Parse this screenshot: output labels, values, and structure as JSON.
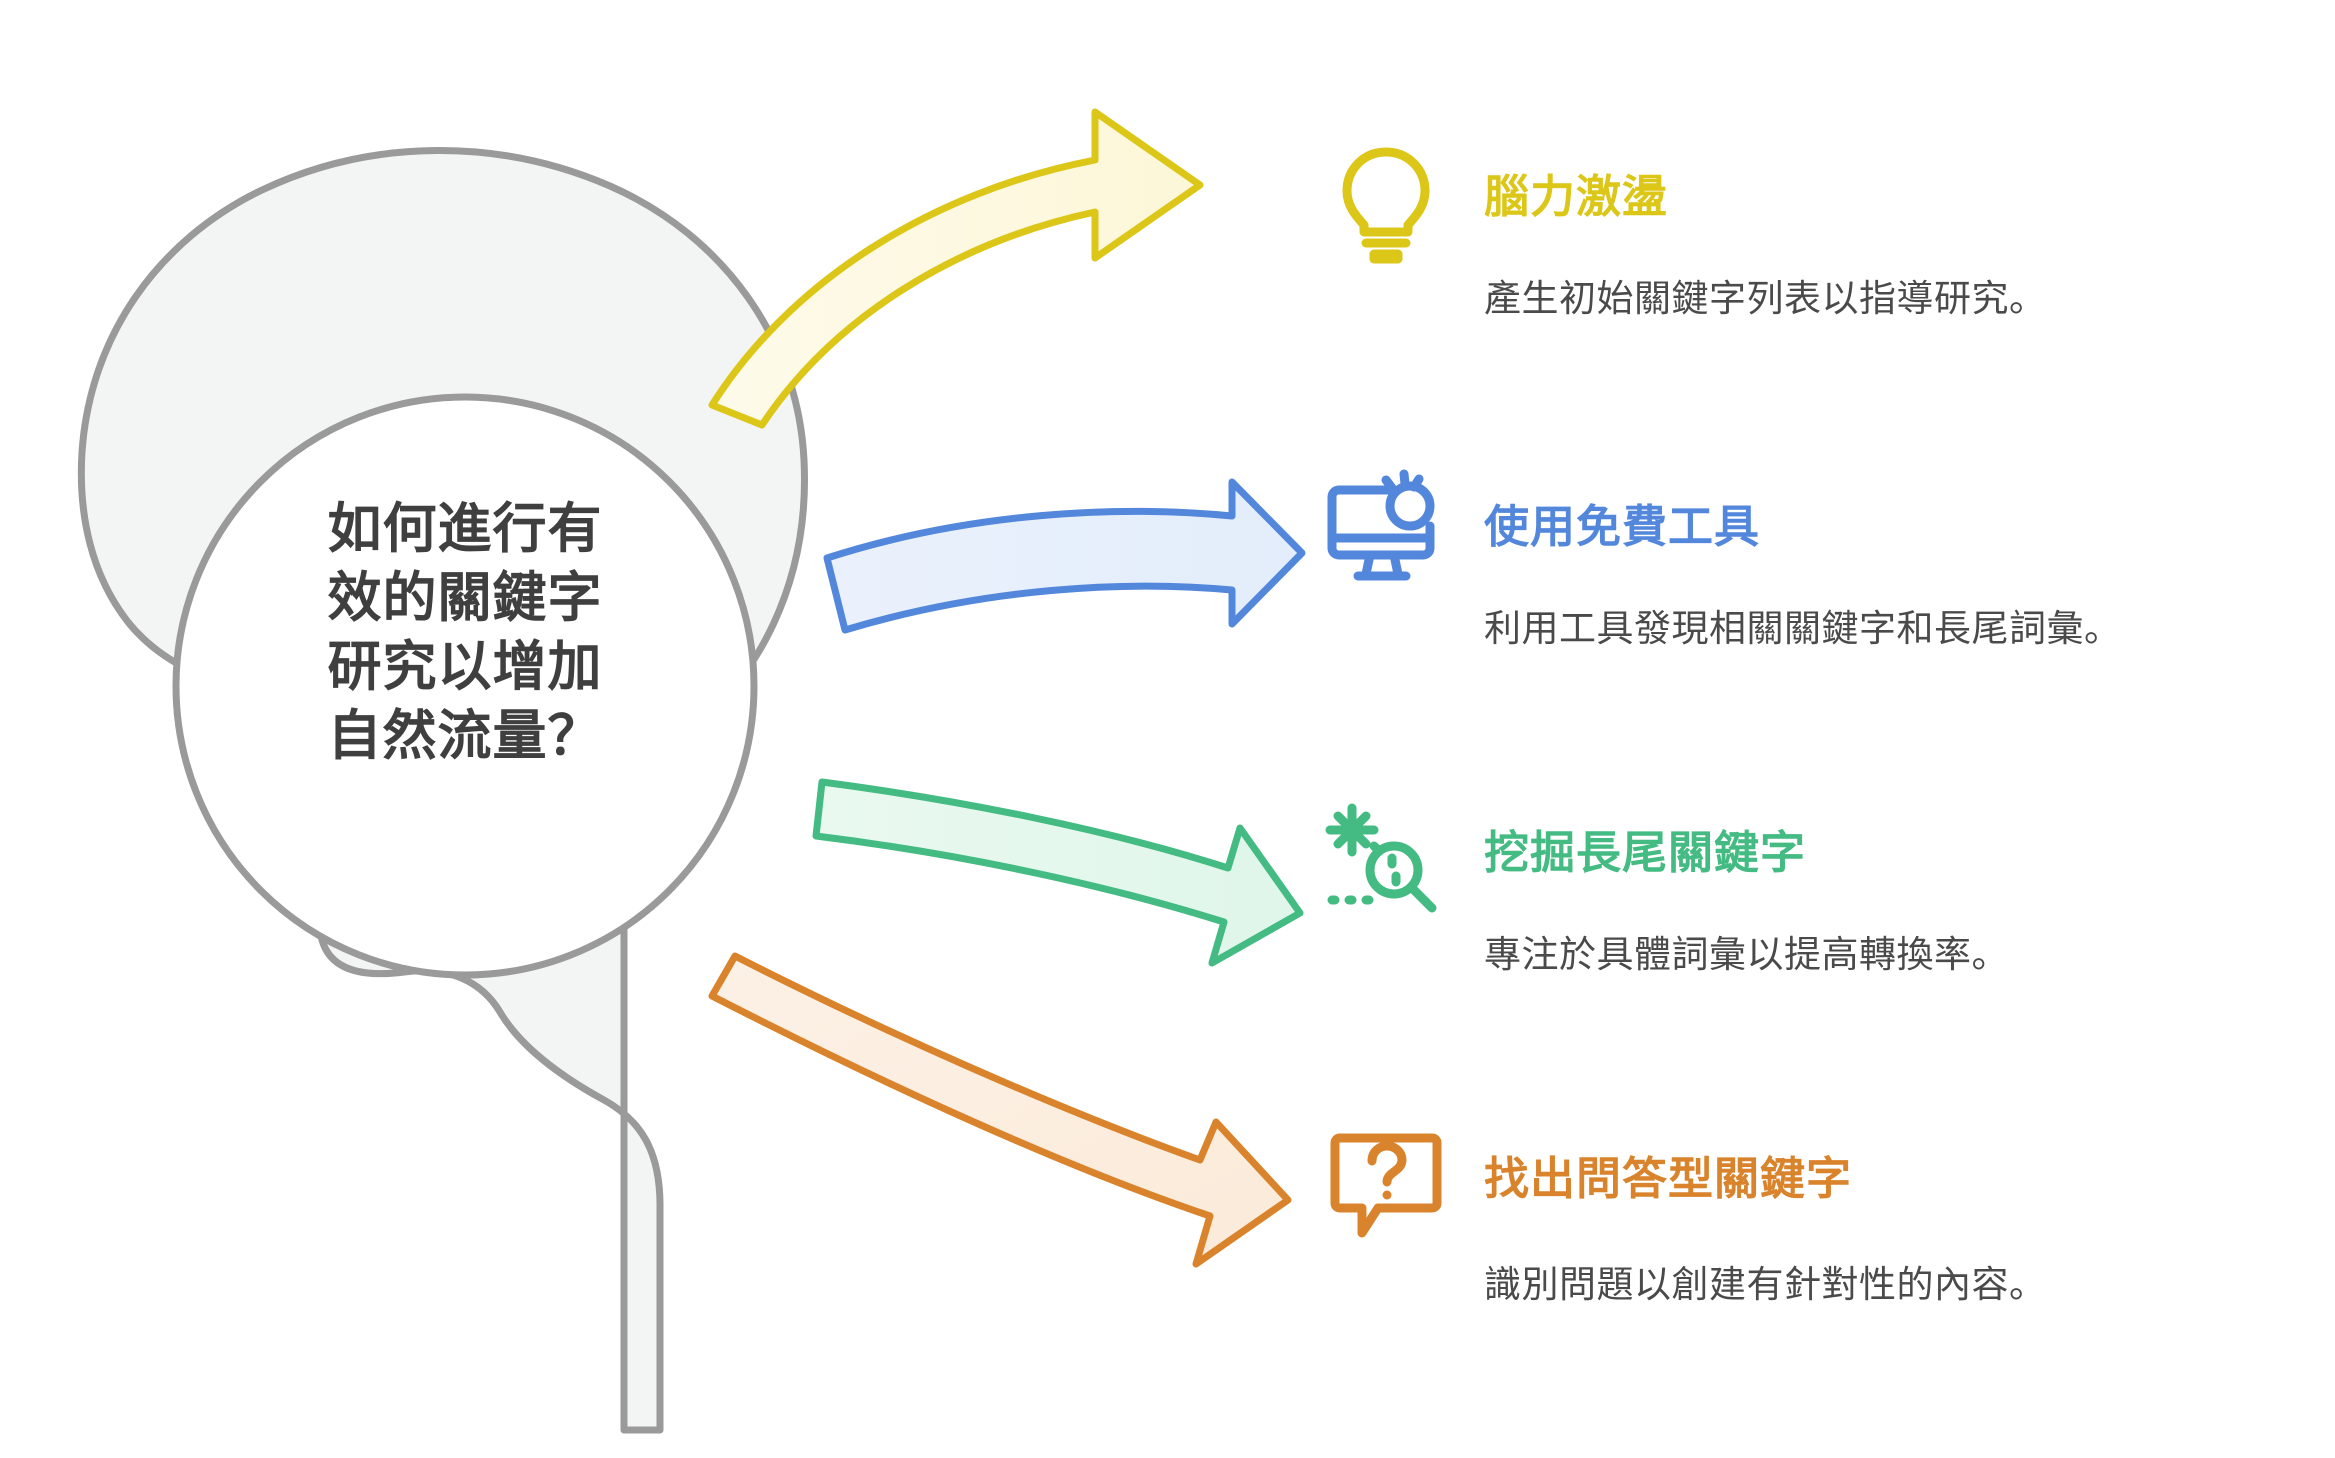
{
  "palette": {
    "background": "#ffffff",
    "head_fill": "#f3f4f4",
    "head_stroke": "#9a9a9a",
    "title_text": "#3f3f3f",
    "body_text": "#4a4a4a",
    "yellow": "#dcc618",
    "yellow_fill": "#fdf9e0",
    "blue": "#5387db",
    "blue_fill": "#e7effb",
    "green": "#44bb82",
    "green_fill": "#e3f7ed",
    "orange": "#d9842c",
    "orange_fill": "#fbeee0"
  },
  "center": {
    "question": "如何進行有\n效的關鍵字\n研究以增加\n自然流量？",
    "shape_name": "head-silhouette",
    "brain_circle_name": "brain-circle"
  },
  "steps": [
    {
      "index": 1,
      "icon": "lightbulb-icon",
      "title": "腦力激盪",
      "description": "產生初始關鍵字列表以指導研究。",
      "color": "#dcc618",
      "arrow": "arrow-yellow"
    },
    {
      "index": 2,
      "icon": "monitor-search-icon",
      "title": "使用免費工具",
      "description": "利用工具發現相關關鍵字和長尾詞彙。",
      "color": "#5387db",
      "arrow": "arrow-blue"
    },
    {
      "index": 3,
      "icon": "magnifier-longtail-icon",
      "title": "挖掘長尾關鍵字",
      "description": "專注於具體詞彙以提高轉換率。",
      "color": "#44bb82",
      "arrow": "arrow-green"
    },
    {
      "index": 4,
      "icon": "question-bubble-icon",
      "title": "找出問答型關鍵字",
      "description": "識別問題以創建有針對性的內容。",
      "color": "#d9842c",
      "arrow": "arrow-orange"
    }
  ]
}
